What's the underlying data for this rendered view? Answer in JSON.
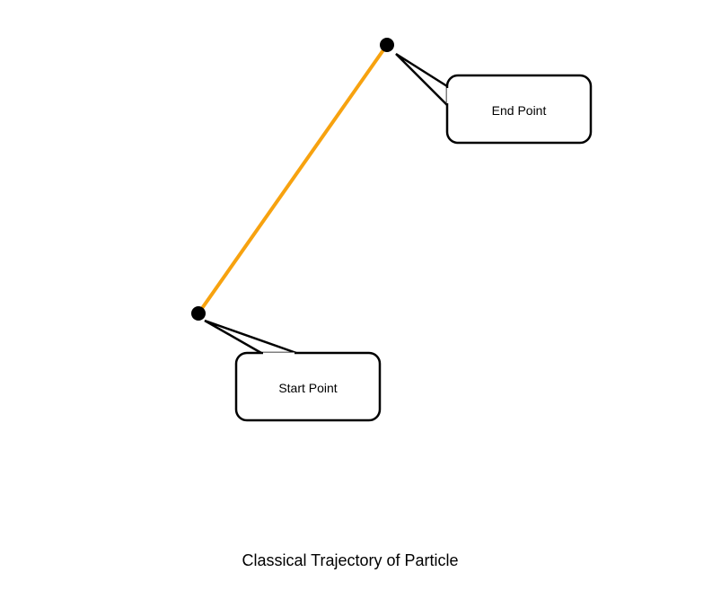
{
  "diagram": {
    "title": "Classical Trajectory of Particle",
    "trajectory_color": "#f7a20f",
    "point_color": "#000000",
    "start": {
      "label": "Start Point"
    },
    "end": {
      "label": "End Point"
    }
  }
}
